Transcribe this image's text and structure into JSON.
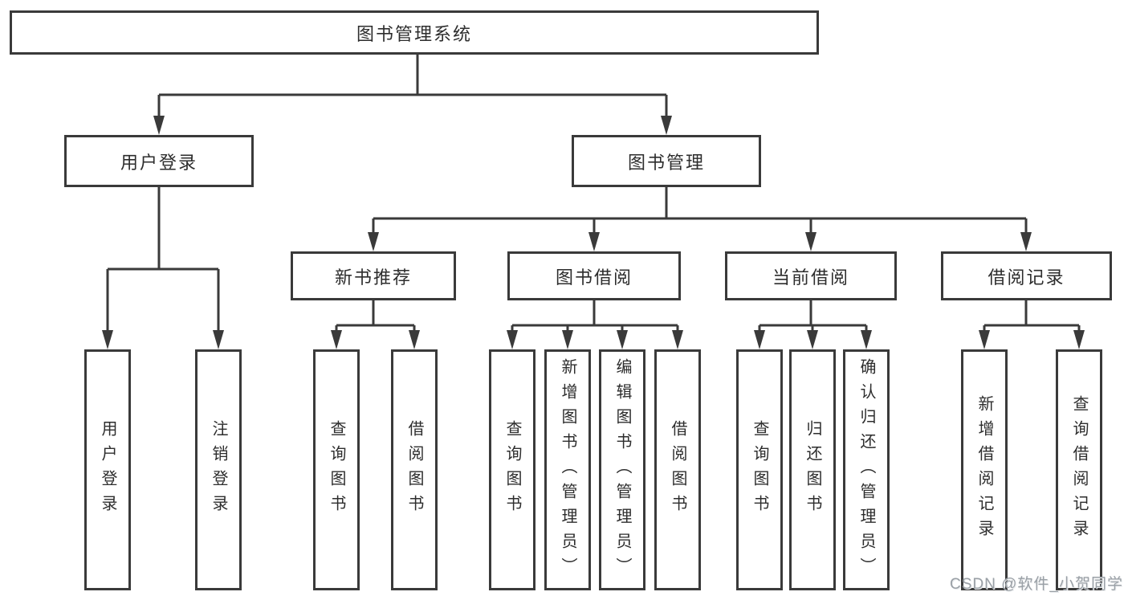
{
  "nodes": {
    "root": "图书管理系统",
    "user_login": "用户登录",
    "book_mgmt": "图书管理",
    "new_book": "新书推荐",
    "book_borrow": "图书借阅",
    "current_borrow": "当前借阅",
    "borrow_records": "借阅记录",
    "user_login_children": [
      "用户登录",
      "注销登录"
    ],
    "new_book_children": [
      "查询图书",
      "借阅图书"
    ],
    "book_borrow_children": [
      "查询图书",
      "新增图书（管理员）",
      "编辑图书（管理员）",
      "借阅图书"
    ],
    "current_borrow_children": [
      "查询图书",
      "归还图书",
      "确认归还（管理员）"
    ],
    "borrow_records_children": [
      "新增借阅记录",
      "查询借阅记录"
    ]
  },
  "colors": {
    "line": "#3a3a3a",
    "box_border": "#3a3a3a",
    "text": "#2d2d2d",
    "watermark": "#9aa0a6"
  },
  "watermark": "CSDN @软件_小贺同学"
}
